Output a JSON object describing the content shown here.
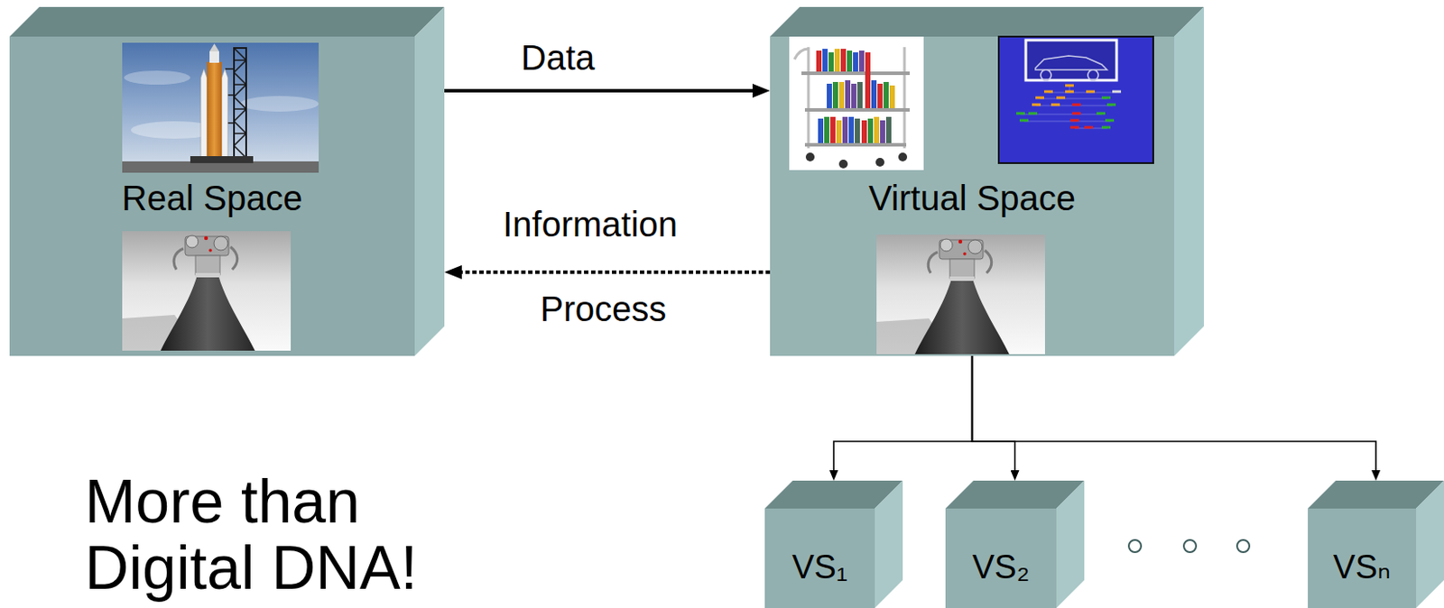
{
  "diagram": {
    "nodes": [
      {
        "text": [
          "Real Space"
        ]
      },
      {
        "text": [
          "Virtual Space"
        ]
      },
      {
        "text": [
          "VS₁"
        ]
      },
      {
        "text": [
          "VS₂"
        ]
      },
      {
        "text": [
          "VSₙ"
        ]
      }
    ],
    "edges": [
      {
        "from": 0,
        "to": 1,
        "arrow": "to",
        "label": "Data"
      },
      {
        "from": 1,
        "to": 0,
        "arrow": "to",
        "label": "Information"
      },
      {
        "from": 1,
        "to": 2,
        "arrow": "to"
      },
      {
        "from": 1,
        "to": 3,
        "arrow": "to"
      },
      {
        "from": 1,
        "to": 4,
        "arrow": "to"
      }
    ],
    "labels": [
      "Process",
      "More than Digital DNA!"
    ]
  }
}
